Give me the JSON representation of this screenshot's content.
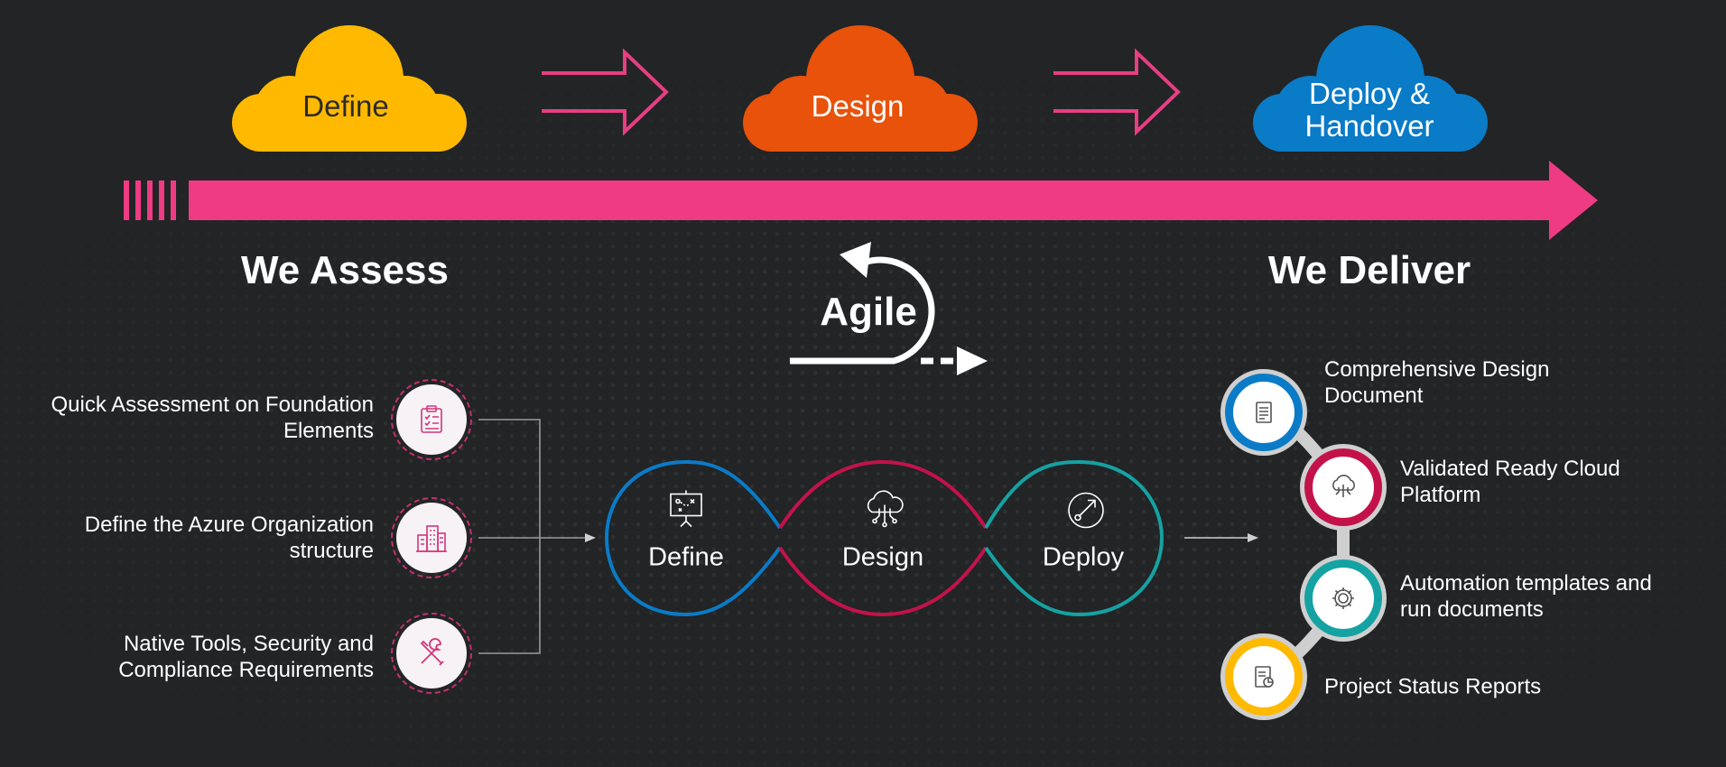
{
  "clouds": [
    {
      "label": "Define",
      "color": "#ffb900"
    },
    {
      "label": "Design",
      "color": "#e8520a"
    },
    {
      "label": "Deploy & Handover",
      "color": "#0a7bc7"
    }
  ],
  "timeline_color": "#ef3b84",
  "headings": {
    "left": "We Assess",
    "right": "We Deliver"
  },
  "agile_label": "Agile",
  "assess_items": [
    {
      "text": "Quick Assessment on Foundation Elements",
      "icon": "clipboard-checklist-icon"
    },
    {
      "text": "Define the Azure Organization structure",
      "icon": "buildings-icon"
    },
    {
      "text": "Native Tools, Security and Compliance Requirements",
      "icon": "wrench-screwdriver-icon"
    }
  ],
  "loop": {
    "stages": [
      {
        "label": "Define",
        "icon": "strategy-board-icon",
        "color": "#0a7bc7"
      },
      {
        "label": "Design",
        "icon": "cloud-circuit-icon",
        "color": "#c3124a"
      },
      {
        "label": "Deploy",
        "icon": "rocket-launch-icon",
        "color": "#15a2a2"
      }
    ]
  },
  "deliverables": [
    {
      "text": "Comprehensive Design Document",
      "icon": "document-icon",
      "color": "#0a7bc7"
    },
    {
      "text": "Validated Ready Cloud Platform",
      "icon": "cloud-circuit-icon",
      "color": "#c3124a"
    },
    {
      "text": "Automation templates and run documents",
      "icon": "gear-icon",
      "color": "#15a2a2"
    },
    {
      "text": "Project Status Reports",
      "icon": "report-chart-icon",
      "color": "#ffb900"
    }
  ]
}
